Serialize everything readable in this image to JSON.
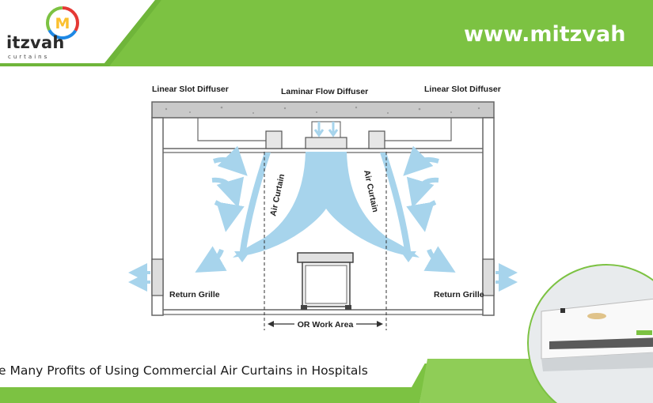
{
  "header": {
    "brand_word": "itzvah",
    "brand_sub": "curtains",
    "logo_letter": "M",
    "website": "www.mitzvah",
    "colors": {
      "green": "#7cc242",
      "dark_green": "#5fa52f",
      "logo_red": "#e53935",
      "logo_blue": "#1e88e5",
      "logo_yellow": "#fbc02d"
    }
  },
  "diagram": {
    "label_linear_left": "Linear Slot Diffuser",
    "label_laminar": "Laminar Flow Diffuser",
    "label_linear_right": "Linear Slot Diffuser",
    "label_air_curtain_left": "Air Curtain",
    "label_air_curtain_right": "Air Curtain",
    "label_return_left": "Return Grille",
    "label_return_right": "Return Grille",
    "label_work_area": "OR Work Area",
    "colors": {
      "airflow": "#a7d4ec",
      "structure": "#6b6b6b"
    }
  },
  "footer": {
    "title": "e Many Profits of Using Commercial Air Curtains in Hospitals"
  },
  "product": {
    "icon": "air-curtain-unit-photo"
  }
}
